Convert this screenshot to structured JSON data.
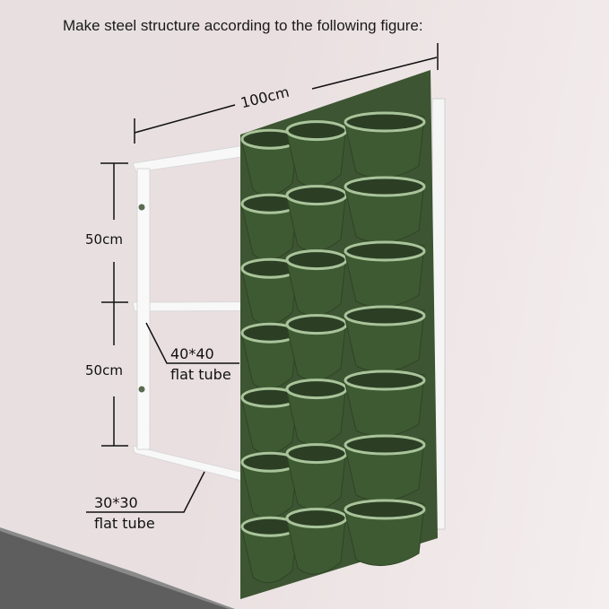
{
  "title": "Make steel structure according to the following figure:",
  "dimensions": {
    "width": "100cm",
    "upper_height": "50cm",
    "lower_height": "50cm"
  },
  "callouts": {
    "middle_tube": {
      "size": "40*40",
      "type": "flat tube"
    },
    "bottom_tube": {
      "size": "30*30",
      "type": "flat tube"
    }
  },
  "planter": {
    "rows": 7,
    "columns": 3,
    "color": "#3e5a32",
    "rim_color": "#a9c49a"
  },
  "frame_color": "#f7f7f7",
  "wall_color": "#ebe3e3",
  "floor_color": "#5a5a5a"
}
